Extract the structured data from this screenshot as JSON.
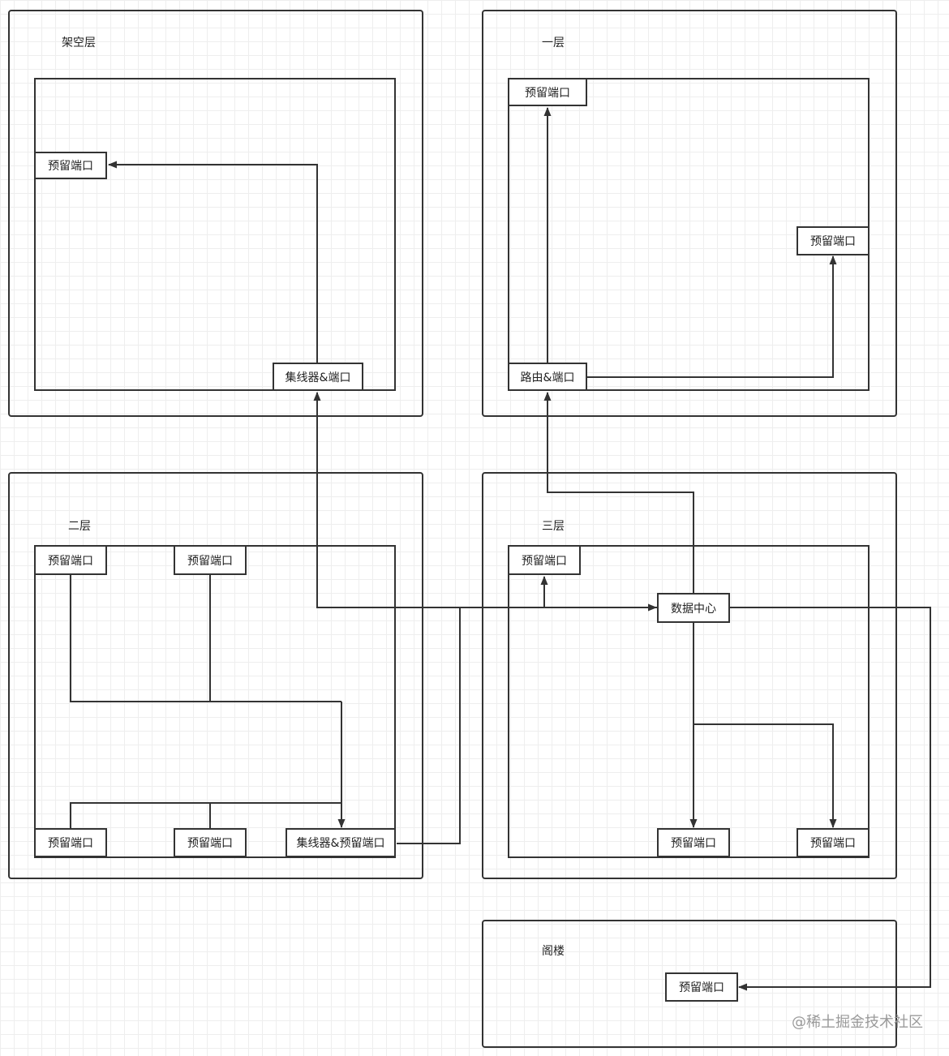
{
  "floors": {
    "jiakong": {
      "title": "架空层"
    },
    "yi": {
      "title": "一层"
    },
    "er": {
      "title": "二层"
    },
    "san": {
      "title": "三层"
    },
    "gelou": {
      "title": "阁楼"
    }
  },
  "nodes": {
    "jiakong_reserved": "预留端口",
    "jiakong_hub": "集线器&端口",
    "yi_reserved_top": "预留端口",
    "yi_reserved_right": "预留端口",
    "yi_router": "路由&端口",
    "er_reserved_tl": "预留端口",
    "er_reserved_tm": "预留端口",
    "er_reserved_bl": "预留端口",
    "er_reserved_bm": "预留端口",
    "er_hub": "集线器&预留端口",
    "san_reserved_tl": "预留端口",
    "san_datacenter": "数据中心",
    "san_reserved_bm": "预留端口",
    "san_reserved_br": "预留端口",
    "gelou_reserved": "预留端口"
  },
  "watermark": "@稀土掘金技术社区",
  "colors": {
    "stroke": "#333333",
    "grid": "#eeeeee",
    "background": "#ffffff"
  }
}
